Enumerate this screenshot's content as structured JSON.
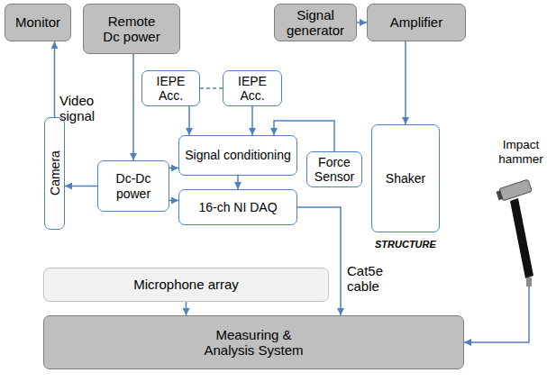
{
  "diagram": {
    "nodes": [
      {
        "text": [
          "Monitor"
        ]
      },
      {
        "text": [
          "Remote Dc power"
        ]
      },
      {
        "text": [
          "Signal generator"
        ]
      },
      {
        "text": [
          "Amplifier"
        ]
      },
      {
        "text": [
          "STRUCTURE"
        ]
      },
      {
        "text": [
          "IEPE Acc."
        ],
        "in": 4
      },
      {
        "text": [
          "IEPE Acc."
        ],
        "in": 4
      },
      {
        "text": [
          "Signal conditioning"
        ],
        "in": 4
      },
      {
        "text": [
          "Force Sensor"
        ],
        "in": 4
      },
      {
        "text": [
          "Shaker"
        ],
        "in": 4
      },
      {
        "text": [
          "Camera"
        ],
        "in": 4
      },
      {
        "text": [
          "Dc-Dc power"
        ],
        "in": 4
      },
      {
        "text": [
          "16-ch NI DAQ"
        ],
        "in": 4
      },
      {
        "text": [
          "Microphone array"
        ]
      },
      {
        "text": [
          "Measuring & Analysis System"
        ]
      }
    ],
    "edges": [
      {
        "from": 10,
        "to": 0,
        "arrow": "to"
      },
      {
        "from": 1,
        "to": 11,
        "arrow": "to"
      },
      {
        "from": 11,
        "to": 10,
        "arrow": "to"
      },
      {
        "from": 11,
        "to": 7,
        "arrow": "to"
      },
      {
        "from": 11,
        "to": 12,
        "arrow": "to"
      },
      {
        "from": 5,
        "to": 7,
        "arrow": "to"
      },
      {
        "from": 6,
        "to": 7,
        "arrow": "to"
      },
      {
        "from": 8,
        "to": 7,
        "arrow": "to"
      },
      {
        "from": 7,
        "to": 12,
        "arrow": "to"
      },
      {
        "from": 2,
        "to": 3,
        "arrow": "to"
      },
      {
        "from": 3,
        "to": 9,
        "arrow": "to"
      },
      {
        "from": 12,
        "to": 14,
        "label": "Cat5e cable",
        "arrow": "to"
      },
      {
        "from": 13,
        "to": 14,
        "arrow": "to"
      },
      {
        "from": 5,
        "to": 6,
        "arrow": "none"
      }
    ],
    "labels": [
      "Video signal",
      "Impact hammer"
    ]
  }
}
